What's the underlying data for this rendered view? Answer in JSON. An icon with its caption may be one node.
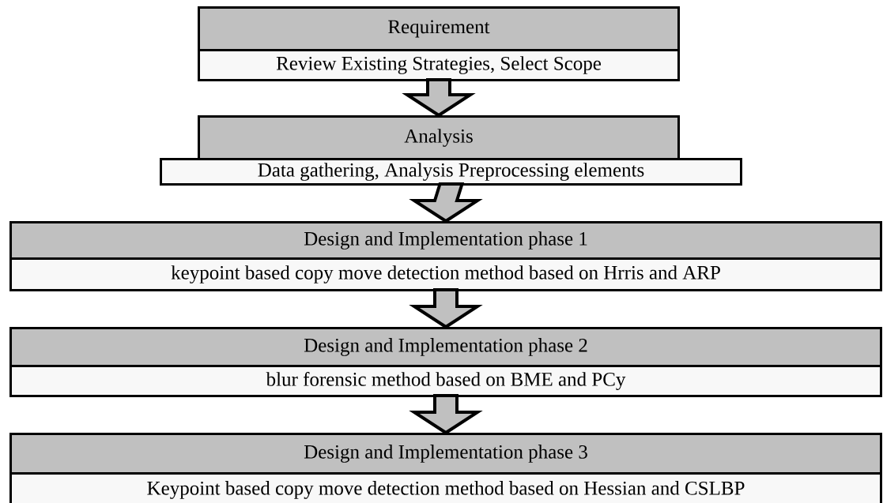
{
  "diagram": {
    "nodes": [
      {
        "text": [
          "Requirement"
        ]
      },
      {
        "text": [
          "Review Existing Strategies, Select Scope"
        ]
      },
      {
        "text": [
          "Analysis"
        ]
      },
      {
        "text": [
          "Data gathering,  Analysis Preprocessing elements"
        ]
      },
      {
        "text": [
          "Design and Implementation phase 1"
        ]
      },
      {
        "text": [
          "keypoint based copy move detection method based on Hrris and ARP"
        ]
      },
      {
        "text": [
          "Design and Implementation phase 2"
        ]
      },
      {
        "text": [
          "blur forensic method based on BME and PCy"
        ]
      },
      {
        "text": [
          "Design and Implementation phase 3"
        ]
      },
      {
        "text": [
          "Keypoint based copy move detection method based on Hessian and CSLBP"
        ]
      }
    ],
    "edges": [
      {
        "from": 1,
        "to": 2,
        "arrow": "to"
      },
      {
        "from": 3,
        "to": 4,
        "arrow": "to"
      },
      {
        "from": 5,
        "to": 6,
        "arrow": "to"
      },
      {
        "from": 7,
        "to": 8,
        "arrow": "to"
      }
    ]
  }
}
